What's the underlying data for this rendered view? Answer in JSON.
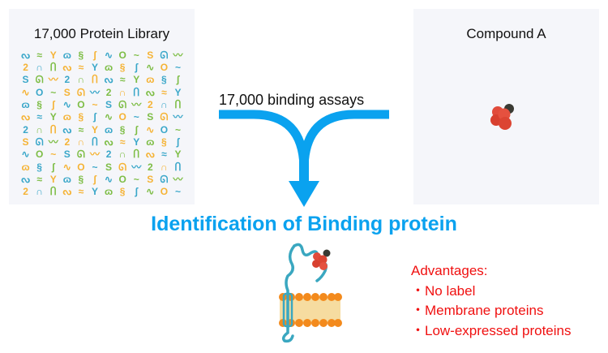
{
  "library": {
    "title": "17,000 Protein Library",
    "glyph_colors": [
      "#3aa7c9",
      "#f5b335",
      "#7dbd45"
    ],
    "glyph_icon": "protein-structure-icons",
    "rows": 12,
    "cols": 12
  },
  "compound": {
    "title": "Compound A",
    "icon": "molecule-icon",
    "atom_color": "#e14b3b",
    "dark_atom_color": "#3a3a33"
  },
  "assay": {
    "label": "17,000 binding assays",
    "arrow_color": "#0aa2ef"
  },
  "result": {
    "title": "Identification of Binding protein",
    "title_color": "#0aa2ef",
    "figure": "membrane-protein-with-bound-compound-icon"
  },
  "advantages": {
    "heading": "Advantages:",
    "items": [
      "No label",
      "Membrane proteins",
      "Low-expressed proteins"
    ],
    "color": "#f01010"
  }
}
